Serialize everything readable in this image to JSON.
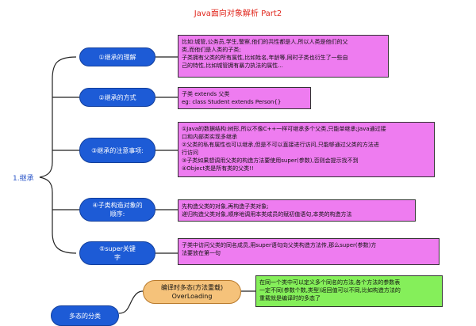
{
  "title": "Java面向对象解析 Part2",
  "root_label": "1.继承",
  "branches": [
    {
      "label": "①继承的理解",
      "note": [
        "比如:城管,公务员,学生,警察,他们的共性都是人,所以人类是他们的父",
        "类,而他们是人类的子类;",
        "子类拥有父类的所有属性,比如姓名,年龄等,同时子类也衍生了一些自",
        "己的特性,比如城管拥有暴力执法的属性..."
      ]
    },
    {
      "label": "②继承的方式",
      "note": [
        "子类 extends 父类",
        "eg: class Student extends Person{}"
      ]
    },
    {
      "label": "③继承的注意事项:",
      "note": [
        "①Java的数据结构:树形,所以不像C++一样可继承多个父类,只能单继承;Java通过接",
        "口和内部类实现多继承",
        "②父类的私有属性也可以继承,但是不可以直接进行访问,只能够通过父类的方法进",
        "行访问",
        "③子类如果想调用父类的构造方法要使用super(参数),否则会提示找不到",
        "④Object类是所有类的父类!!"
      ]
    },
    {
      "label": "④子类构造对象的顺序:",
      "note": [
        "先构造父类的对象,再构造子类对象;",
        "递归构造父类对象,顺序地调用本类成员的赋初值语句,本类的构造方法"
      ]
    },
    {
      "label": "⑤super关键字",
      "note": [
        "子类中访问父类的同名成员,用super语句向父类构造方法传,那么super(参数)方",
        "法要放在第一句"
      ]
    }
  ],
  "second_section": {
    "root_label": "多态的分类",
    "oval_title": "编译时多态(方法重载)",
    "oval_subtitle": "OverLoading",
    "note": [
      "在同一个类中可以定义多个同名的方法,各个方法的参数表",
      "一定不同(参数个数,类型)返回值可以不同,比如构造方法的",
      "重载就是编译时的多态了"
    ]
  }
}
